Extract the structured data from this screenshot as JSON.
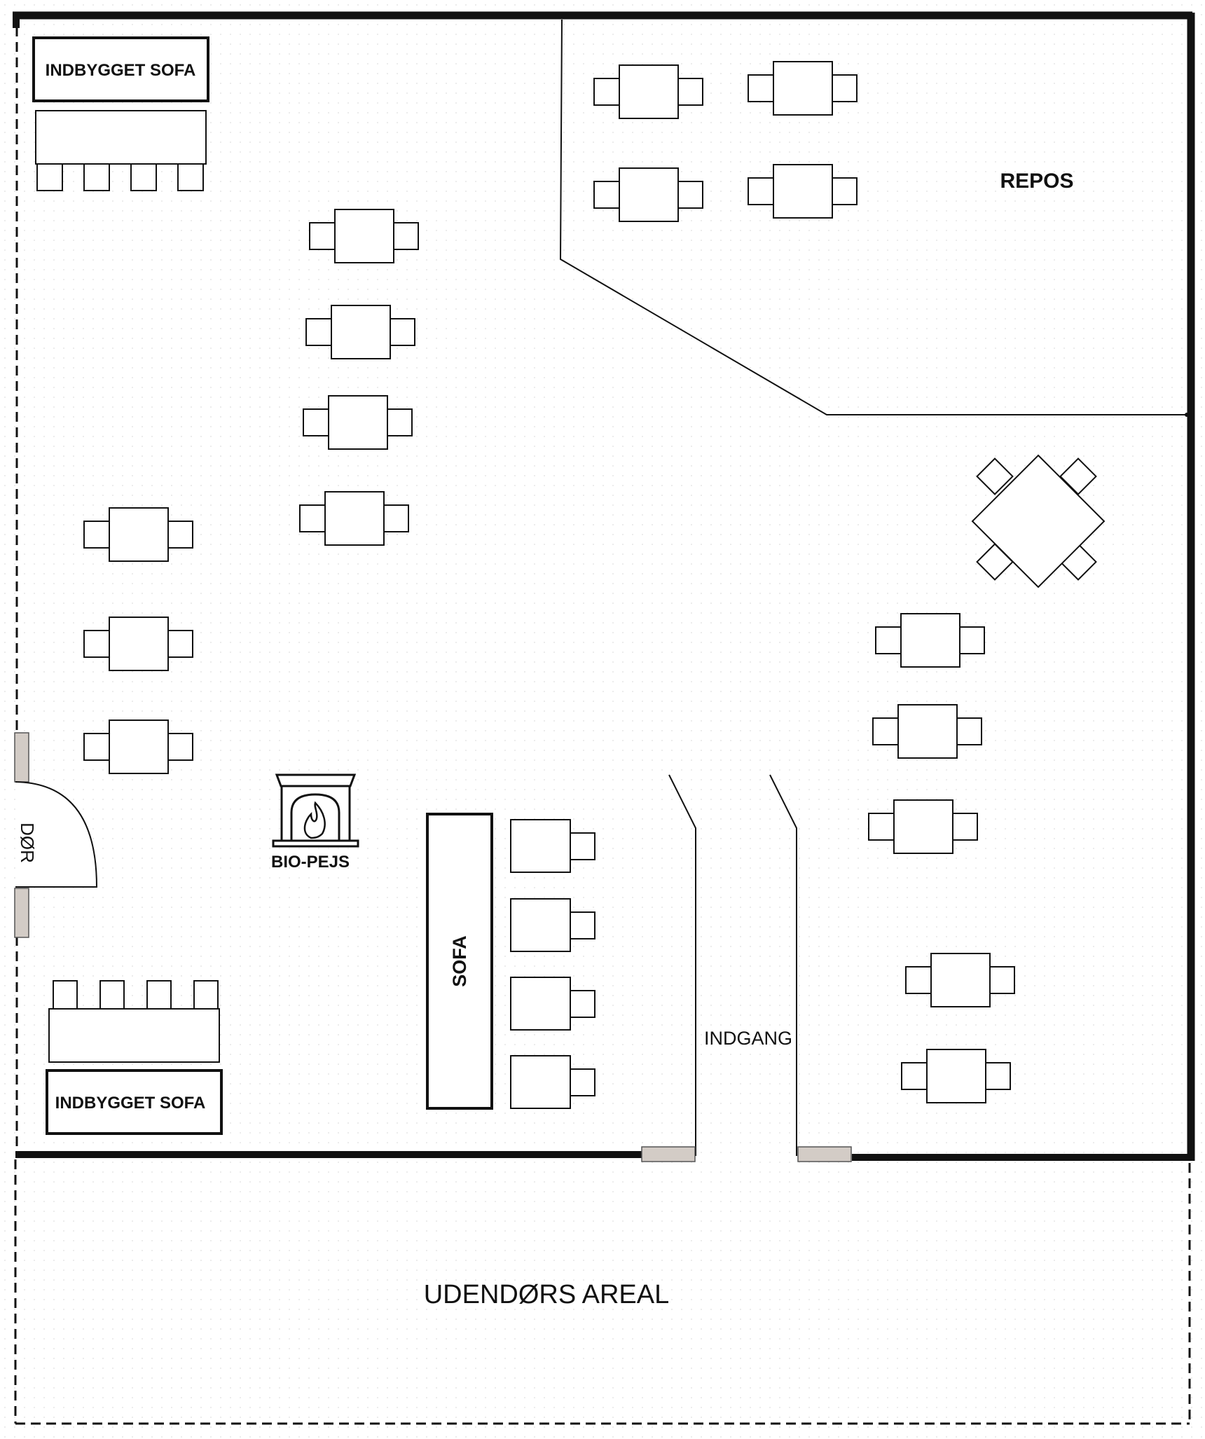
{
  "labels": {
    "built_in_sofa_top": "INDBYGGET SOFA",
    "built_in_sofa_bottom": "INDBYGGET SOFA",
    "repos": "REPOS",
    "door": "DØR",
    "bio_fireplace": "BIO-PEJS",
    "sofa": "SOFA",
    "entrance": "INDGANG",
    "outdoor_area": "UDENDØRS AREAL"
  },
  "icons": {
    "fireplace": "fireplace-icon"
  },
  "colors": {
    "wall": "#111111",
    "door_jamb": "#d3ccc6",
    "grid_dot": "#e6e6e6",
    "background": "#ffffff"
  }
}
